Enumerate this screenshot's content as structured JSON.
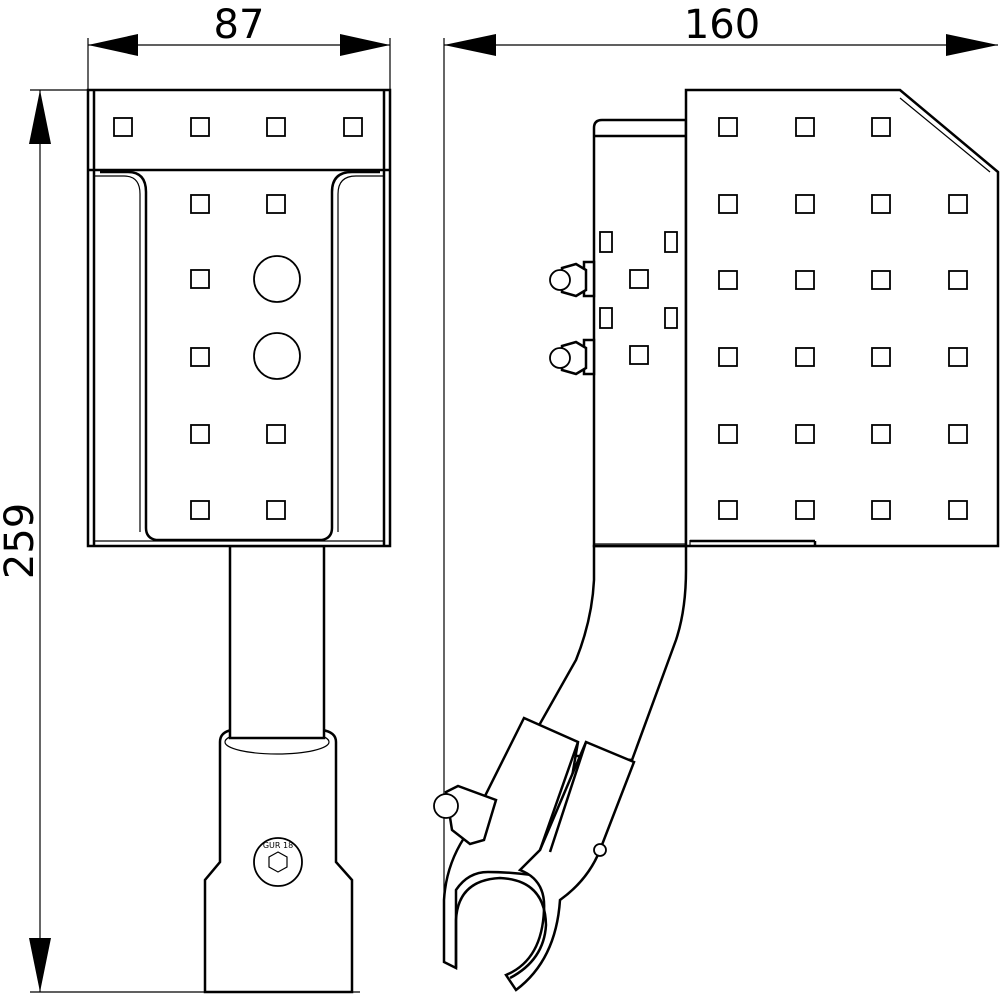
{
  "dimensions": {
    "width": {
      "value": "87"
    },
    "depth": {
      "value": "160"
    },
    "height": {
      "value": "259"
    }
  },
  "stamp": {
    "text": "GUR 18"
  },
  "colors": {
    "line": "#000000",
    "background": "#ffffff"
  }
}
